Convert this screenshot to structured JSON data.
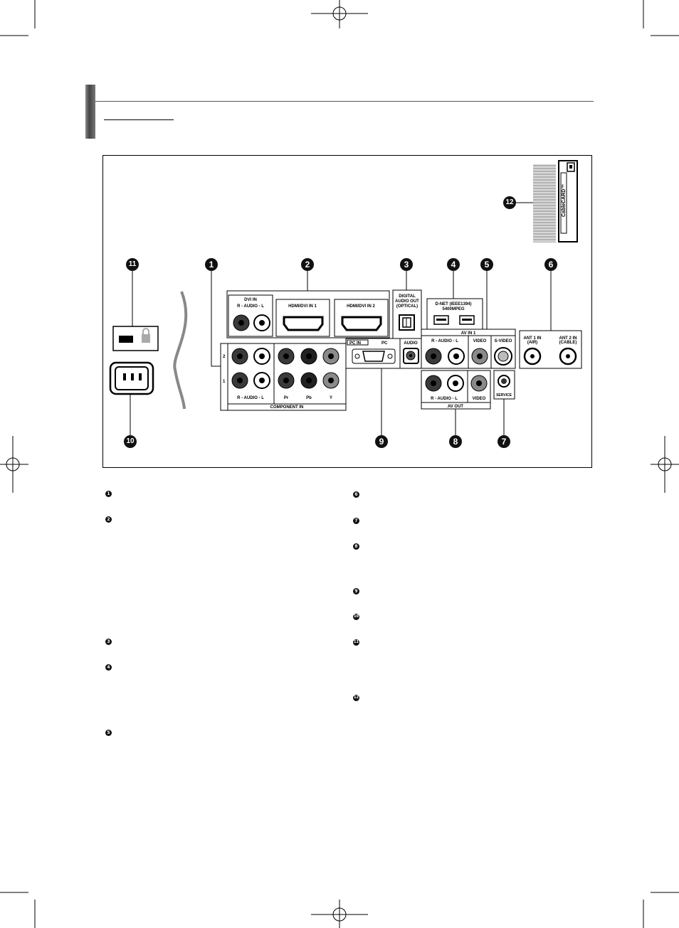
{
  "callouts": [
    "1",
    "2",
    "3",
    "4",
    "5",
    "6",
    "7",
    "8",
    "9",
    "10",
    "11",
    "12"
  ],
  "panel_labels": {
    "dvi_in": "DVI IN",
    "audio_rl": "R - AUDIO - L",
    "hdmi1": "HDMI/DVI IN 1",
    "hdmi2": "HDMI/DVI IN 2",
    "digital_audio_out": [
      "DIGITAL",
      "AUDIO OUT",
      "(OPTICAL)"
    ],
    "dnet": [
      "D-NET (IEEE1394)",
      "5400MPEG"
    ],
    "av_in_1": "AV IN 1",
    "video": "VIDEO",
    "s_video": "S-VIDEO",
    "ant1": [
      "ANT 1 IN",
      "(AIR)"
    ],
    "ant2": [
      "ANT 2 IN",
      "(CABLE)"
    ],
    "pc_in": "PC IN",
    "pc": "PC",
    "audio": "AUDIO",
    "component_in": "COMPONENT IN",
    "component_rows": [
      "2",
      "1"
    ],
    "component_cols": [
      "Pr",
      "Pb",
      "Y"
    ],
    "av_out": "AV OUT",
    "service": "SERVICE",
    "cablecard": "CableCARD™"
  },
  "legend_left": [
    "1",
    "2",
    "3",
    "4",
    "5"
  ],
  "legend_right": [
    "6",
    "7",
    "8",
    "9",
    "10",
    "11",
    "12"
  ],
  "colors": {
    "jack_dark": "#3a3a3a",
    "jack_gray": "#8a8a8a",
    "ink": "#111111"
  }
}
